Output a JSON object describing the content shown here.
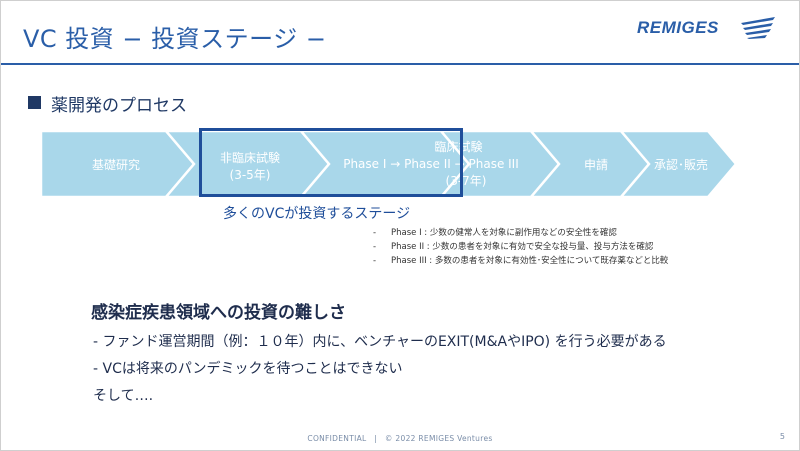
{
  "slide": {
    "title": "VC 投資 − 投資ステージ −",
    "logo_text": "REMIGES",
    "section_title": "薬開発のプロセス",
    "process_stages": [
      {
        "lines": [
          "基礎研究"
        ]
      },
      {
        "lines": [
          "非臨床試験",
          "(3-5年)"
        ]
      },
      {
        "lines": [
          "臨床試験",
          "Phase I → Phase II → Phase III",
          "(3-7年)"
        ]
      },
      {
        "lines": [
          "申請"
        ]
      },
      {
        "lines": [
          "承認･販売"
        ]
      }
    ],
    "vc_stage_label": "多くのVCが投資するステージ",
    "phases": [
      {
        "dash": "-",
        "text": "Phase I : 少数の健常人を対象に副作用などの安全性を確認"
      },
      {
        "dash": "-",
        "text": "Phase II : 少数の患者を対象に有効で安全な投与量、投与方法を確認"
      },
      {
        "dash": "-",
        "text": "Phase III : 多数の患者を対象に有効性･安全性について既存薬などと比較"
      }
    ],
    "difficulty_heading": "感染症疾患領域への投資の難しさ",
    "bullets": [
      "- ファンド運営期間（例：１０年）内に、ベンチャーのEXIT(M&AやIPO) を行う必要がある",
      "- VCは将来のパンデミックを待つことはできない",
      "そして…."
    ],
    "footer": "CONFIDENTIAL　|　© 2022 REMIGES Ventures",
    "page_number": "5"
  },
  "colors": {
    "title_blue": "#2a5ea8",
    "chevron_fill": "#a9d7ea",
    "chevron_stroke": "#ffffff",
    "vc_box": "#1f4e9a",
    "dark_text": "#1f2d4d"
  }
}
